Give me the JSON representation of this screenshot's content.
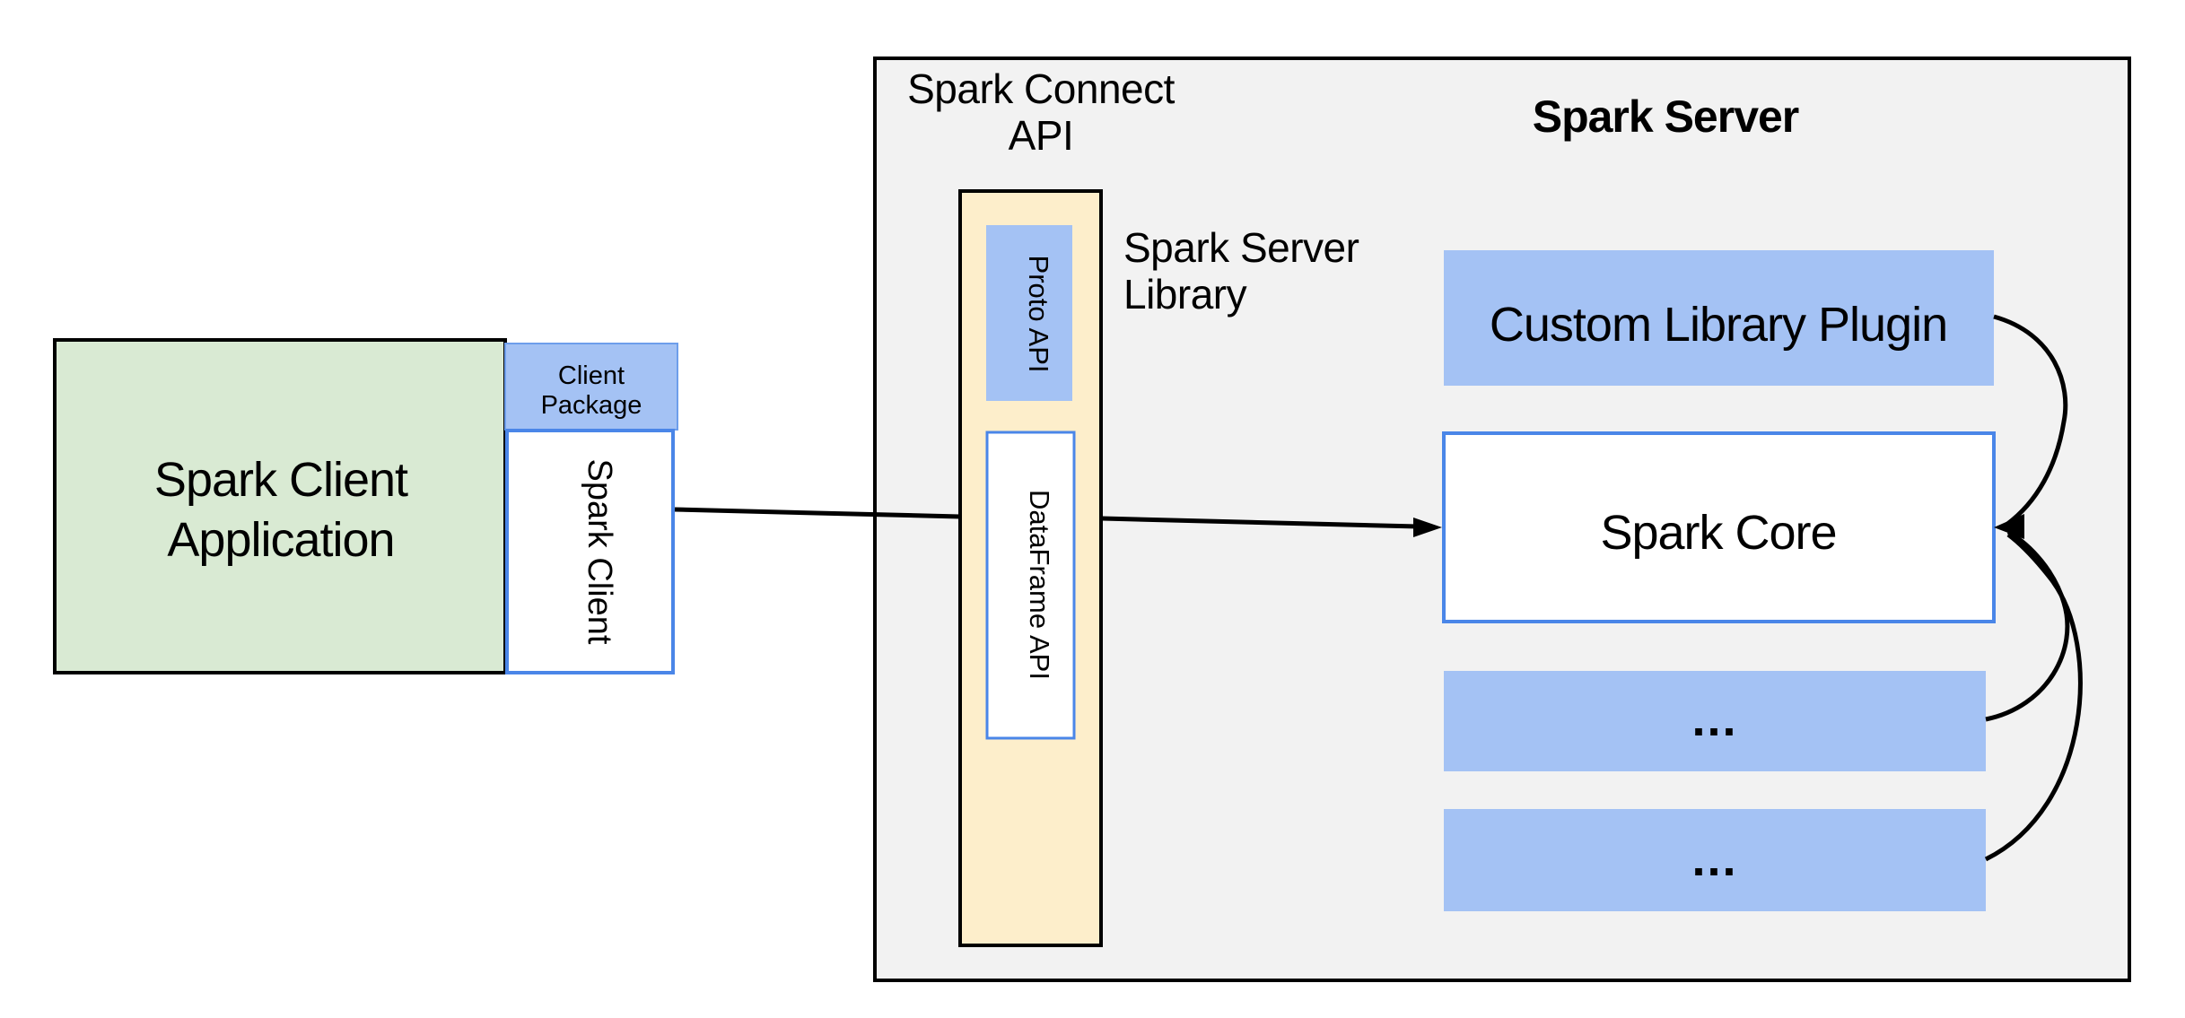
{
  "client_side": {
    "app_label_line1": "Spark Client",
    "app_label_line2": "Application",
    "package_label_line1": "Client",
    "package_label_line2": "Package",
    "spark_client_label": "Spark Client"
  },
  "connect_api": {
    "label_line1": "Spark Connect",
    "label_line2": "API"
  },
  "server_side": {
    "title": "Spark Server",
    "library_label_line1": "Spark Server",
    "library_label_line2": "Library",
    "proto_api_label": "Proto API",
    "dataframe_api_label": "DataFrame API",
    "custom_plugin_label": "Custom Library Plugin",
    "core_label": "Spark Core",
    "plugin_placeholder_1": "...",
    "plugin_placeholder_2": "..."
  },
  "colors": {
    "background": "#ffffff",
    "container_fill": "#f2f2f2",
    "green_fill": "#d9ead3",
    "yellow_fill": "#fdeecb",
    "blue_fill": "#a4c2f4",
    "blue_border": "#4a86e8",
    "line": "#000000"
  }
}
